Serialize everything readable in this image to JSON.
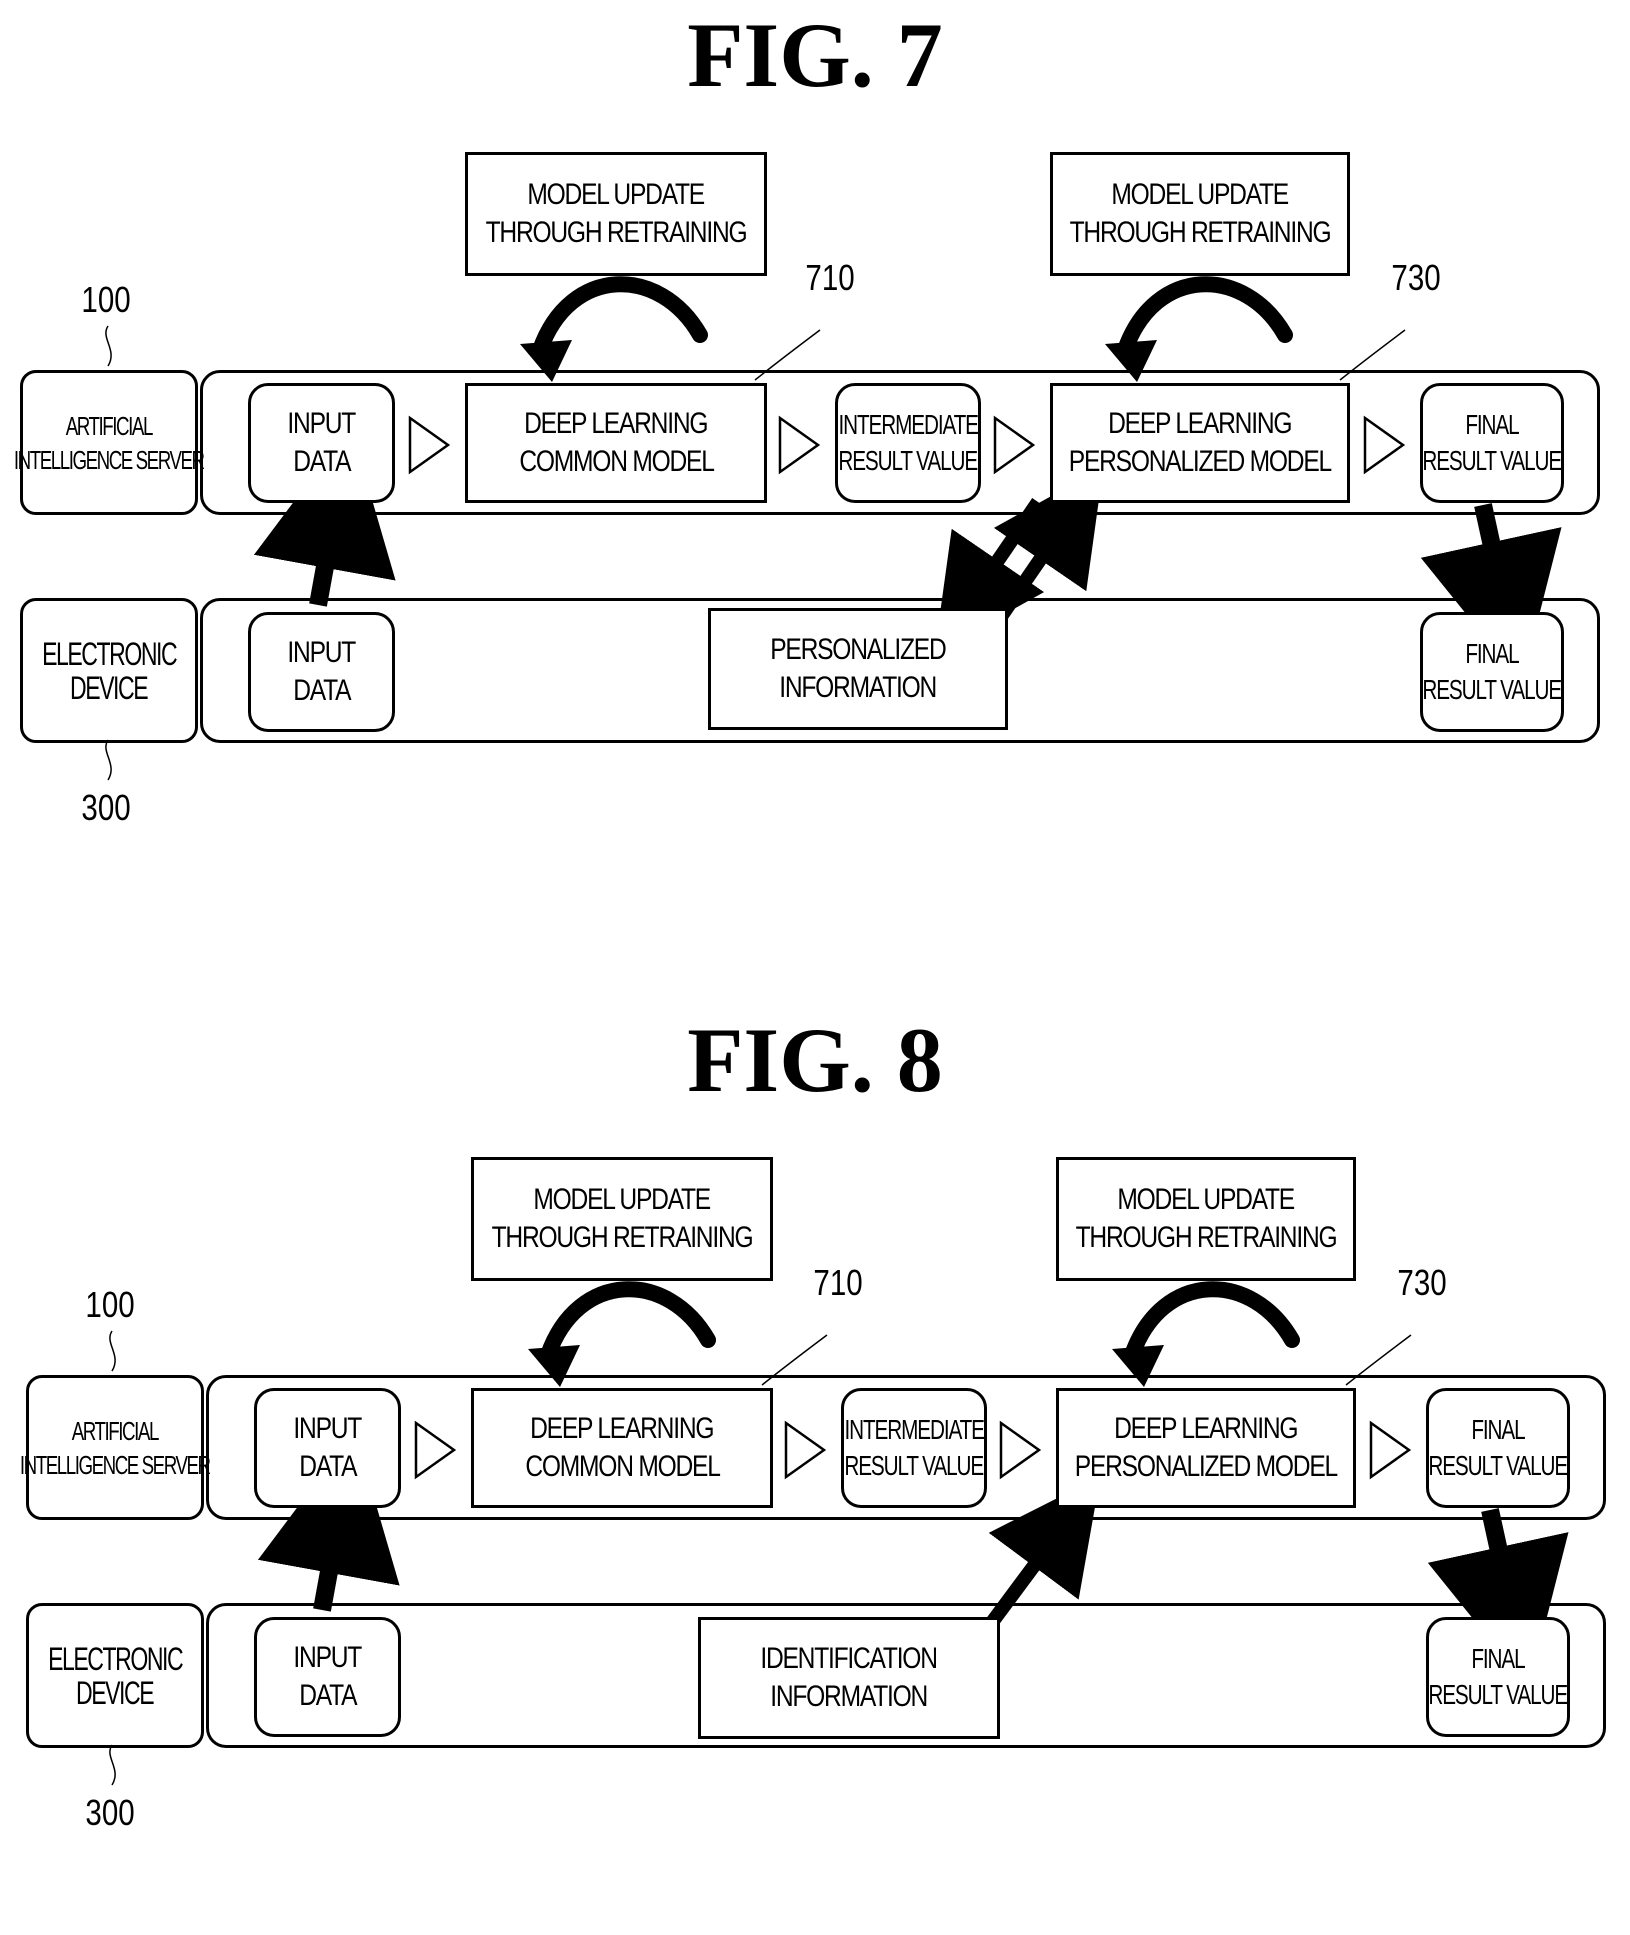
{
  "figures": [
    {
      "title": "FIG. 7",
      "server_label": [
        "ARTIFICIAL",
        "INTELLIGENCE SERVER"
      ],
      "device_label": [
        "ELECTRONIC",
        "DEVICE"
      ],
      "ref_server": "100",
      "ref_device": "300",
      "ref_common_model": "710",
      "ref_personalized_model": "730",
      "update_label_left": [
        "MODEL UPDATE",
        "THROUGH RETRAINING"
      ],
      "update_label_right": [
        "MODEL UPDATE",
        "THROUGH RETRAINING"
      ],
      "server_input": [
        "INPUT",
        "DATA"
      ],
      "common_model": [
        "DEEP LEARNING",
        "COMMON MODEL"
      ],
      "intermediate": [
        "INTERMEDIATE",
        "RESULT VALUE"
      ],
      "personalized_model": [
        "DEEP LEARNING",
        "PERSONALIZED MODEL"
      ],
      "server_final": [
        "FINAL",
        "RESULT VALUE"
      ],
      "device_input": [
        "INPUT",
        "DATA"
      ],
      "device_info": [
        "PERSONALIZED",
        "INFORMATION"
      ],
      "device_final": [
        "FINAL",
        "RESULT VALUE"
      ]
    },
    {
      "title": "FIG. 8",
      "server_label": [
        "ARTIFICIAL",
        "INTELLIGENCE SERVER"
      ],
      "device_label": [
        "ELECTRONIC",
        "DEVICE"
      ],
      "ref_server": "100",
      "ref_device": "300",
      "ref_common_model": "710",
      "ref_personalized_model": "730",
      "update_label_left": [
        "MODEL UPDATE",
        "THROUGH RETRAINING"
      ],
      "update_label_right": [
        "MODEL UPDATE",
        "THROUGH RETRAINING"
      ],
      "server_input": [
        "INPUT",
        "DATA"
      ],
      "common_model": [
        "DEEP LEARNING",
        "COMMON MODEL"
      ],
      "intermediate": [
        "INTERMEDIATE",
        "RESULT VALUE"
      ],
      "personalized_model": [
        "DEEP LEARNING",
        "PERSONALIZED MODEL"
      ],
      "server_final": [
        "FINAL",
        "RESULT VALUE"
      ],
      "device_input": [
        "INPUT",
        "DATA"
      ],
      "device_info": [
        "IDENTIFICATION",
        "INFORMATION"
      ],
      "device_final": [
        "FINAL",
        "RESULT VALUE"
      ]
    }
  ]
}
